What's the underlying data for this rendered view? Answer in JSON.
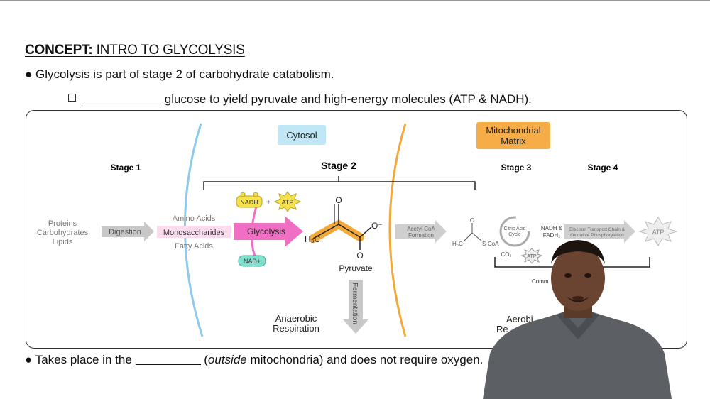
{
  "heading": {
    "bold": "CONCEPT:",
    "rest": " INTRO TO GLYCOLYSIS"
  },
  "bullet1": "Glycolysis is part of stage 2 of carbohydrate catabolism.",
  "subpoint": "glucose to yield pyruvate and high-energy molecules (ATP & NADH).",
  "bullet2": {
    "before": "Takes place in the",
    "italic": "outside",
    "after": " mitochondria) and does not require oxygen."
  },
  "diagram": {
    "cytosol": "Cytosol",
    "mito_line1": "Mitochondrial",
    "mito_line2": "Matrix",
    "stage1": "Stage 1",
    "stage2": "Stage 2",
    "stage3": "Stage 3",
    "stage4": "Stage 4",
    "inputs": [
      "Proteins",
      "Carbohydrates",
      "Lipids"
    ],
    "digestion": "Digestion",
    "amino_acids": "Amino Acids",
    "monosaccharides": "Monosaccharides",
    "fatty_acids": "Fatty Acids",
    "glycolysis": "Glycolysis",
    "nadh": "NADH",
    "plus": "+",
    "atp": "ATP",
    "nad_plus": "NAD+",
    "pyruvate": "Pyruvate",
    "fermentation": "Fermentation",
    "anaerobic_1": "Anaerobic",
    "anaerobic_2": "Respiration",
    "acetyl_1": "Acetyl CoA",
    "acetyl_2": "Formation",
    "scoa": "S-CoA",
    "h3c": "H₃C",
    "o_atom": "O",
    "o_minus": "O⁻",
    "citric_1": "Citric Acid",
    "citric_2": "Cycle",
    "co2": "CO₂",
    "atp_small": "ATP",
    "nadh_fadh_1": "NADH &",
    "nadh_fadh_2": "FADH₂",
    "etc_1": "Electron Transport Chain &",
    "etc_2": "Oxidative Phosphorylation",
    "atp_final": "ATP",
    "aerobic_1": "Aerobi",
    "aerobic_2": "Re",
    "comm": "Comm"
  },
  "colors": {
    "cytosol_fill": "#bfe7f6",
    "mito_fill": "#f7ad47",
    "glycolysis_pink": "#f06ec3",
    "nadh_yellow": "#f5e14a",
    "nad_teal": "#7fe0cf",
    "membrane_blue": "#8ec9f0",
    "membrane_orange": "#f2a93a"
  }
}
